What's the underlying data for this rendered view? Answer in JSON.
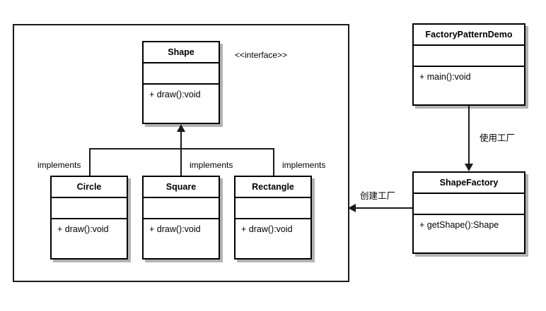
{
  "diagram": {
    "type": "uml-class-diagram",
    "title_text": "",
    "background_color": "#ffffff",
    "line_color": "#1a1a1a",
    "box_border_color": "#000000",
    "box_fill_color": "#ffffff",
    "shadow_color": "#b3b3b3"
  },
  "classes": {
    "shape": {
      "name": "Shape",
      "attributes": "",
      "methods": "+ draw():void",
      "stereotype": "<<interface>>"
    },
    "circle": {
      "name": "Circle",
      "attributes": "",
      "methods": "+ draw():void"
    },
    "square": {
      "name": "Square",
      "attributes": "",
      "methods": "+ draw():void"
    },
    "rectangle": {
      "name": "Rectangle",
      "attributes": "",
      "methods": "+ draw():void"
    },
    "factory_pattern_demo": {
      "name": "FactoryPatternDemo",
      "attributes": "",
      "methods": "+ main():void"
    },
    "shape_factory": {
      "name": "ShapeFactory",
      "attributes": "",
      "methods": "+ getShape():Shape"
    }
  },
  "relations": {
    "implements_circle": "implements",
    "implements_square": "implements",
    "implements_rectangle": "implements",
    "use_factory": "使用工厂",
    "create_factory": "创建工厂"
  }
}
